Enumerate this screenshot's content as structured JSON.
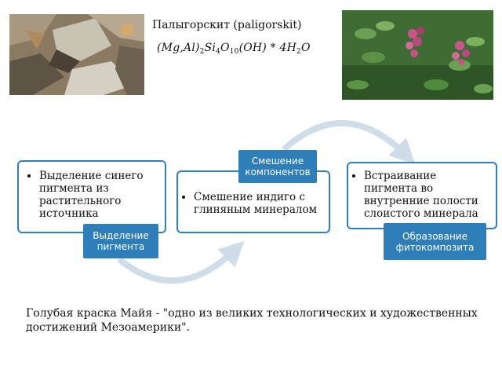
{
  "header": {
    "mineral_name": "Палыгорскит (paligorskit)",
    "formula_parts": [
      "(Mg,Al)",
      "2",
      "Si",
      "4",
      "O",
      "10",
      "(OH) * 4H",
      "2",
      "O"
    ]
  },
  "photos": {
    "mineral": "mineral-rock-photo",
    "plant": "indigo-plant-photo"
  },
  "process": [
    {
      "text": "Выделение синего пигмента из растительного источника",
      "label": "Выделение пигмента"
    },
    {
      "text": "Смешение индиго с глиняным минералом",
      "label": "Смешение компонентов"
    },
    {
      "text": "Встраивание пигмента во внутренние полости слоистого минерала",
      "label": "Образование фитокомпозита"
    }
  ],
  "caption": "Голубая краска Майя - \"одно из великих технологических и художественных достижений Мезоамерики\".",
  "colors": {
    "box_border": "#2f80c0",
    "label_fill": "#2e7eb9",
    "arrow": "#cfdde8"
  }
}
